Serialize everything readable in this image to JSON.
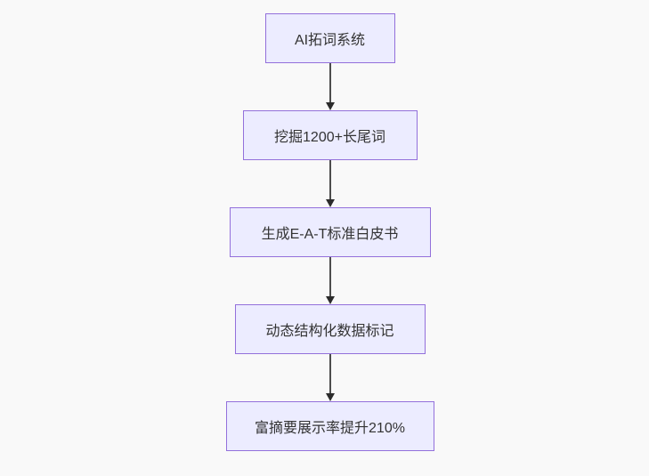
{
  "page": {
    "background_color": "#f9f9f9"
  },
  "diagram": {
    "type": "flowchart",
    "direction": "top-down",
    "node_fill_color": "#ECECFF",
    "node_border_color": "#9370DB",
    "node_text_color": "#333333",
    "edge_line_color": "#4d4d4d",
    "arrowhead_color": "#2b2b2b",
    "nodes": [
      {
        "id": "n1",
        "label": "AI拓词系统"
      },
      {
        "id": "n2",
        "label": "挖掘1200+长尾词"
      },
      {
        "id": "n3",
        "label": "生成E-A-T标准白皮书"
      },
      {
        "id": "n4",
        "label": "动态结构化数据标记"
      },
      {
        "id": "n5",
        "label": "富摘要展示率提升210%"
      }
    ],
    "edges": [
      {
        "from": "n1",
        "to": "n2"
      },
      {
        "from": "n2",
        "to": "n3"
      },
      {
        "from": "n3",
        "to": "n4"
      },
      {
        "from": "n4",
        "to": "n5"
      }
    ]
  }
}
